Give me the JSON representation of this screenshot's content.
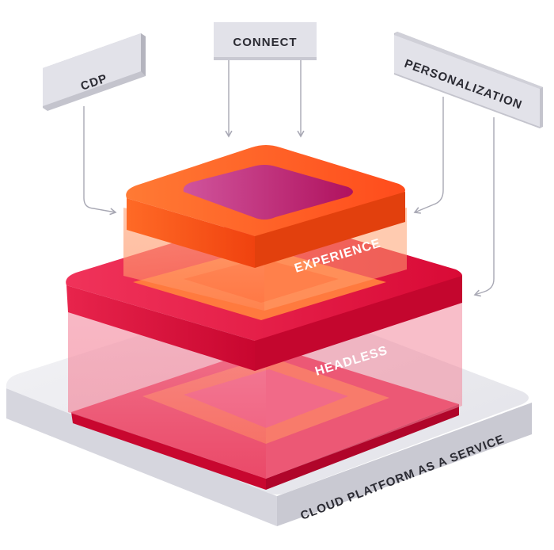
{
  "labels": {
    "cdp": "CDP",
    "connect": "CONNECT",
    "personalization": "PERSONALIZATION",
    "experience": "EXPERIENCE",
    "headless": "HEADLESS",
    "cloud": "CLOUD PLATFORM AS A SERVICE"
  },
  "colors": {
    "experience_orange": "#ff5a1f",
    "headless_red": "#e0133f",
    "inner_magenta": "#b41467",
    "base_gray": "#e6e6ec",
    "box_gray": "#dedee6",
    "arrow_gray": "#a8a8b4"
  }
}
